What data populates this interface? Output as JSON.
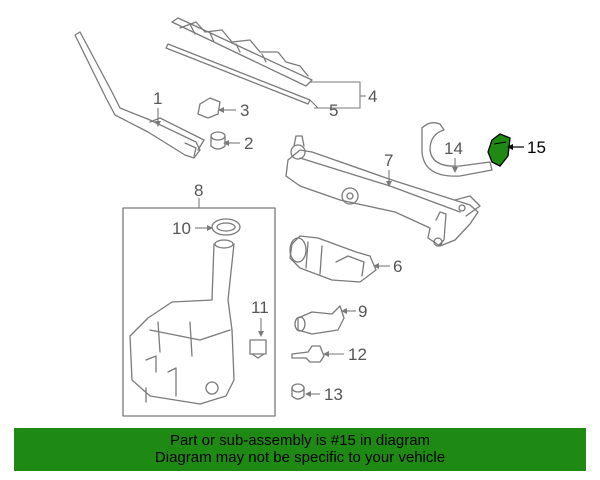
{
  "diagram": {
    "callouts": [
      "1",
      "2",
      "3",
      "4",
      "5",
      "6",
      "7",
      "8",
      "9",
      "10",
      "11",
      "12",
      "13",
      "14",
      "15"
    ],
    "highlight_color": "#1e8a14"
  },
  "banner": {
    "line1": "Part or sub-assembly is #15 in diagram",
    "line2": "Diagram may not be specific to your vehicle",
    "background": "#1e8a14"
  }
}
